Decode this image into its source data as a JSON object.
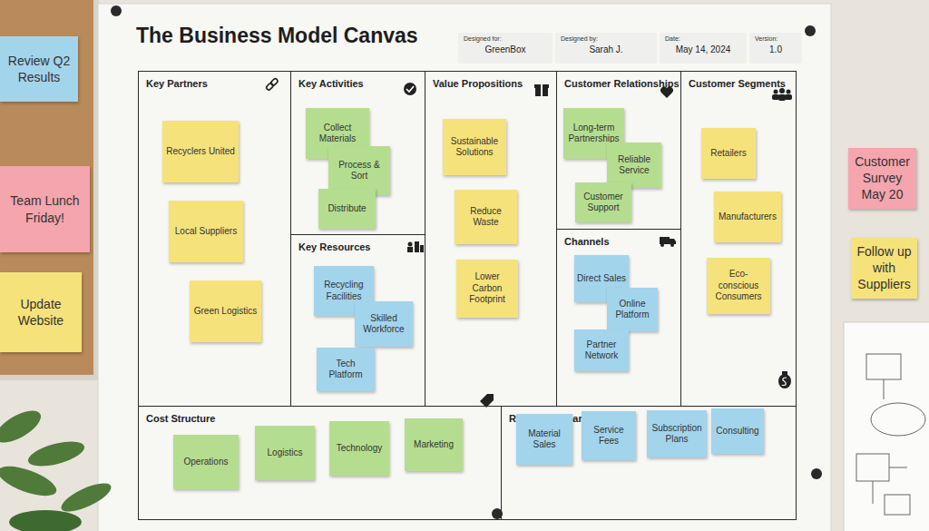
{
  "diagram": {
    "title": "The Business Model Canvas",
    "nodes": [
      {
        "text": [
          "Designed for:",
          "GreenBox"
        ]
      },
      {
        "text": [
          "Designed by:",
          "Sarah J."
        ]
      },
      {
        "text": [
          "Date:",
          "May 14, 2024"
        ]
      },
      {
        "text": [
          "Version:",
          "1.0"
        ]
      },
      {
        "text": [
          "Key Partners"
        ]
      },
      {
        "text": [
          "Recyclers United"
        ],
        "in": 4
      },
      {
        "text": [
          "Local Suppliers"
        ],
        "in": 4
      },
      {
        "text": [
          "Green Logistics"
        ],
        "in": 4
      },
      {
        "text": [
          "Key Activities"
        ]
      },
      {
        "text": [
          "Collect Materials"
        ],
        "in": 8
      },
      {
        "text": [
          "Process & Sort"
        ],
        "in": 8
      },
      {
        "text": [
          "Distribute"
        ],
        "in": 8
      },
      {
        "text": [
          "Key Resources"
        ]
      },
      {
        "text": [
          "Recycling Facilities"
        ],
        "in": 12
      },
      {
        "text": [
          "Skilled Workforce"
        ],
        "in": 12
      },
      {
        "text": [
          "Tech Platform"
        ],
        "in": 12
      },
      {
        "text": [
          "Value Propositions"
        ]
      },
      {
        "text": [
          "Sustainable Solutions"
        ],
        "in": 16
      },
      {
        "text": [
          "Reduce Waste"
        ],
        "in": 16
      },
      {
        "text": [
          "Lower Carbon Footprint"
        ],
        "in": 16
      },
      {
        "text": [
          "Customer Relationships"
        ]
      },
      {
        "text": [
          "Long-term Partnerships"
        ],
        "in": 20
      },
      {
        "text": [
          "Reliable Service"
        ],
        "in": 20
      },
      {
        "text": [
          "Customer Support"
        ],
        "in": 20
      },
      {
        "text": [
          "Channels"
        ]
      },
      {
        "text": [
          "Direct Sales"
        ],
        "in": 24
      },
      {
        "text": [
          "Online Platform"
        ],
        "in": 24
      },
      {
        "text": [
          "Partner Network"
        ],
        "in": 24
      },
      {
        "text": [
          "Customer Segments"
        ]
      },
      {
        "text": [
          "Retailers"
        ],
        "in": 28
      },
      {
        "text": [
          "Manufacturers"
        ],
        "in": 28
      },
      {
        "text": [
          "Eco-conscious Consumers"
        ],
        "in": 28
      },
      {
        "text": [
          "Cost Structure"
        ]
      },
      {
        "text": [
          "Operations"
        ],
        "in": 32
      },
      {
        "text": [
          "Logistics"
        ],
        "in": 32
      },
      {
        "text": [
          "Technology"
        ],
        "in": 32
      },
      {
        "text": [
          "Marketing"
        ],
        "in": 32
      },
      {
        "text": [
          "Revenue Streams"
        ]
      },
      {
        "text": [
          "Material Sales"
        ],
        "in": 37
      },
      {
        "text": [
          "Service Fees"
        ],
        "in": 37
      },
      {
        "text": [
          "Subscription Plans"
        ],
        "in": 37
      },
      {
        "text": [
          "Consulting"
        ],
        "in": 37
      },
      {
        "text": [
          "Review Q2 Results"
        ]
      },
      {
        "text": [
          "Team Lunch Friday!"
        ]
      },
      {
        "text": [
          "Update Website"
        ]
      },
      {
        "text": [
          "Customer Survey May 20"
        ]
      },
      {
        "text": [
          "Follow up with Suppliers"
        ]
      }
    ]
  }
}
